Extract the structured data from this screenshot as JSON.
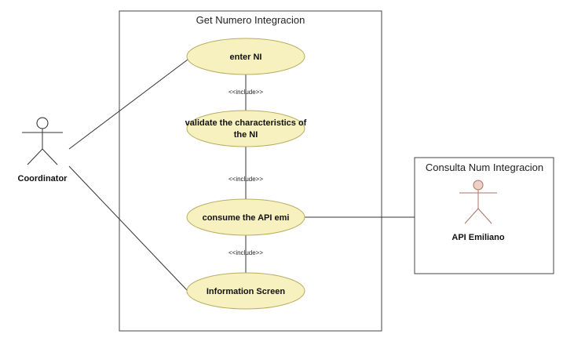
{
  "systems": {
    "main_title": "Get Numero Integracion",
    "external_title": "Consulta Num Integracion"
  },
  "actors": {
    "coordinator": "Coordinator",
    "api": "API Emiliano"
  },
  "usecases": {
    "enter": "enter NI",
    "validate_line1": "validate the characteristics of",
    "validate_line2": "the NI",
    "consume": "consume the API emi",
    "information": "Information Screen"
  },
  "relations": {
    "include_1": "<<include>>",
    "include_2": "<<include>>",
    "include_3": "<<include>>"
  },
  "colors": {
    "usecase_fill": "#f7f1c0",
    "usecase_stroke": "#b8ad5f",
    "api_actor_fill": "#efcfc6",
    "api_actor_stroke": "#a87464"
  }
}
